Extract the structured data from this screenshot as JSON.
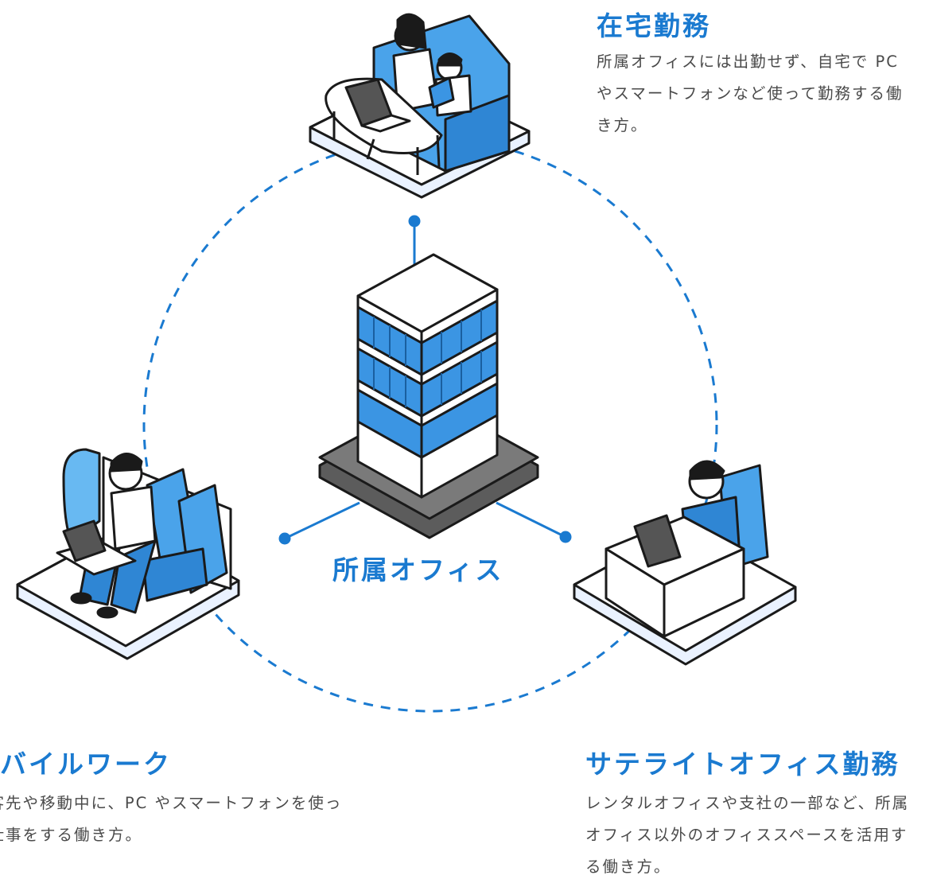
{
  "center": {
    "label": "所属オフィス"
  },
  "nodes": [
    {
      "id": "home",
      "title": "在宅勤務",
      "description": "所属オフィスには出勤せず、自宅で PC やスマートフォンなど使って勤務する働き方。"
    },
    {
      "id": "mobile",
      "title": "モバイルワーク",
      "description": "顧客先や移動中に、PC やスマートフォンを使って仕事をする働き方。"
    },
    {
      "id": "satellite",
      "title": "サテライトオフィス勤務",
      "description": "レンタルオフィスや支社の一部など、所属オフィス以外のオフィススペースを活用する働き方。"
    }
  ],
  "colors": {
    "accent": "#1a7ad0",
    "text": "#4a4a4a",
    "platform": "#eaf2ff",
    "building_glass": "#3b95e3",
    "base": "#6e6e6e"
  }
}
